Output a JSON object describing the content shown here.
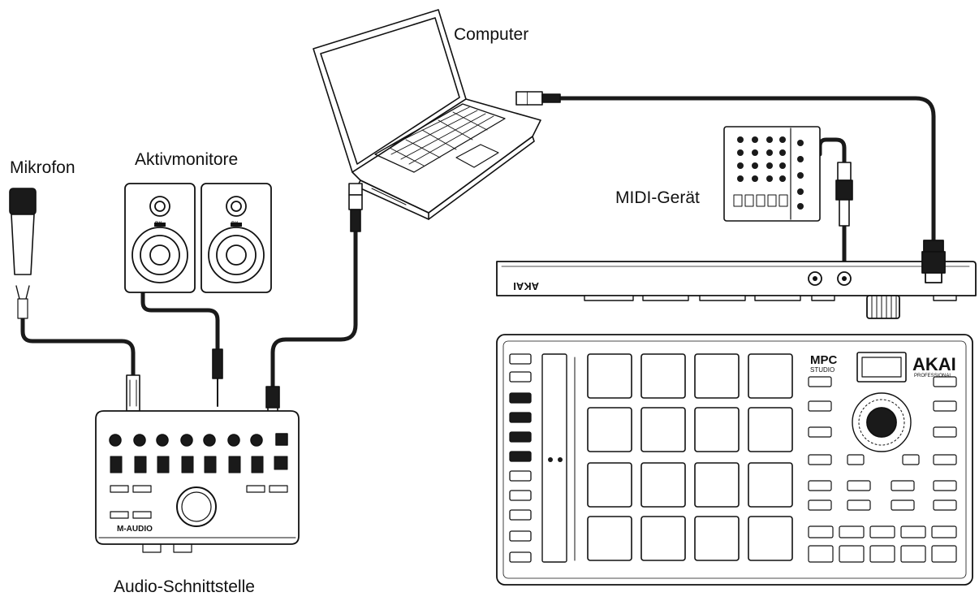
{
  "labels": {
    "computer": "Computer",
    "mikrofon": "Mikrofon",
    "aktivmonitore": "Aktivmonitore",
    "midi_geraet": "MIDI-Gerät",
    "audio_schnittstelle": "Audio-Schnittstelle"
  },
  "branding": {
    "mpc_logo": "MPC",
    "mpc_sub": "STUDIO",
    "akai_logo": "AKAI",
    "akai_sub": "PROFESSIONAL",
    "m_audio_logo": "M-AUDIO",
    "speaker_brand": "BX"
  },
  "colors": {
    "line": "#111111",
    "cable": "#1a1a1a",
    "fill": "#ffffff"
  },
  "icons": [
    "laptop-icon",
    "microphone-icon",
    "speaker-icon",
    "midi-device-icon",
    "usb-plug-icon",
    "audio-interface-icon",
    "mpc-controller-icon"
  ]
}
